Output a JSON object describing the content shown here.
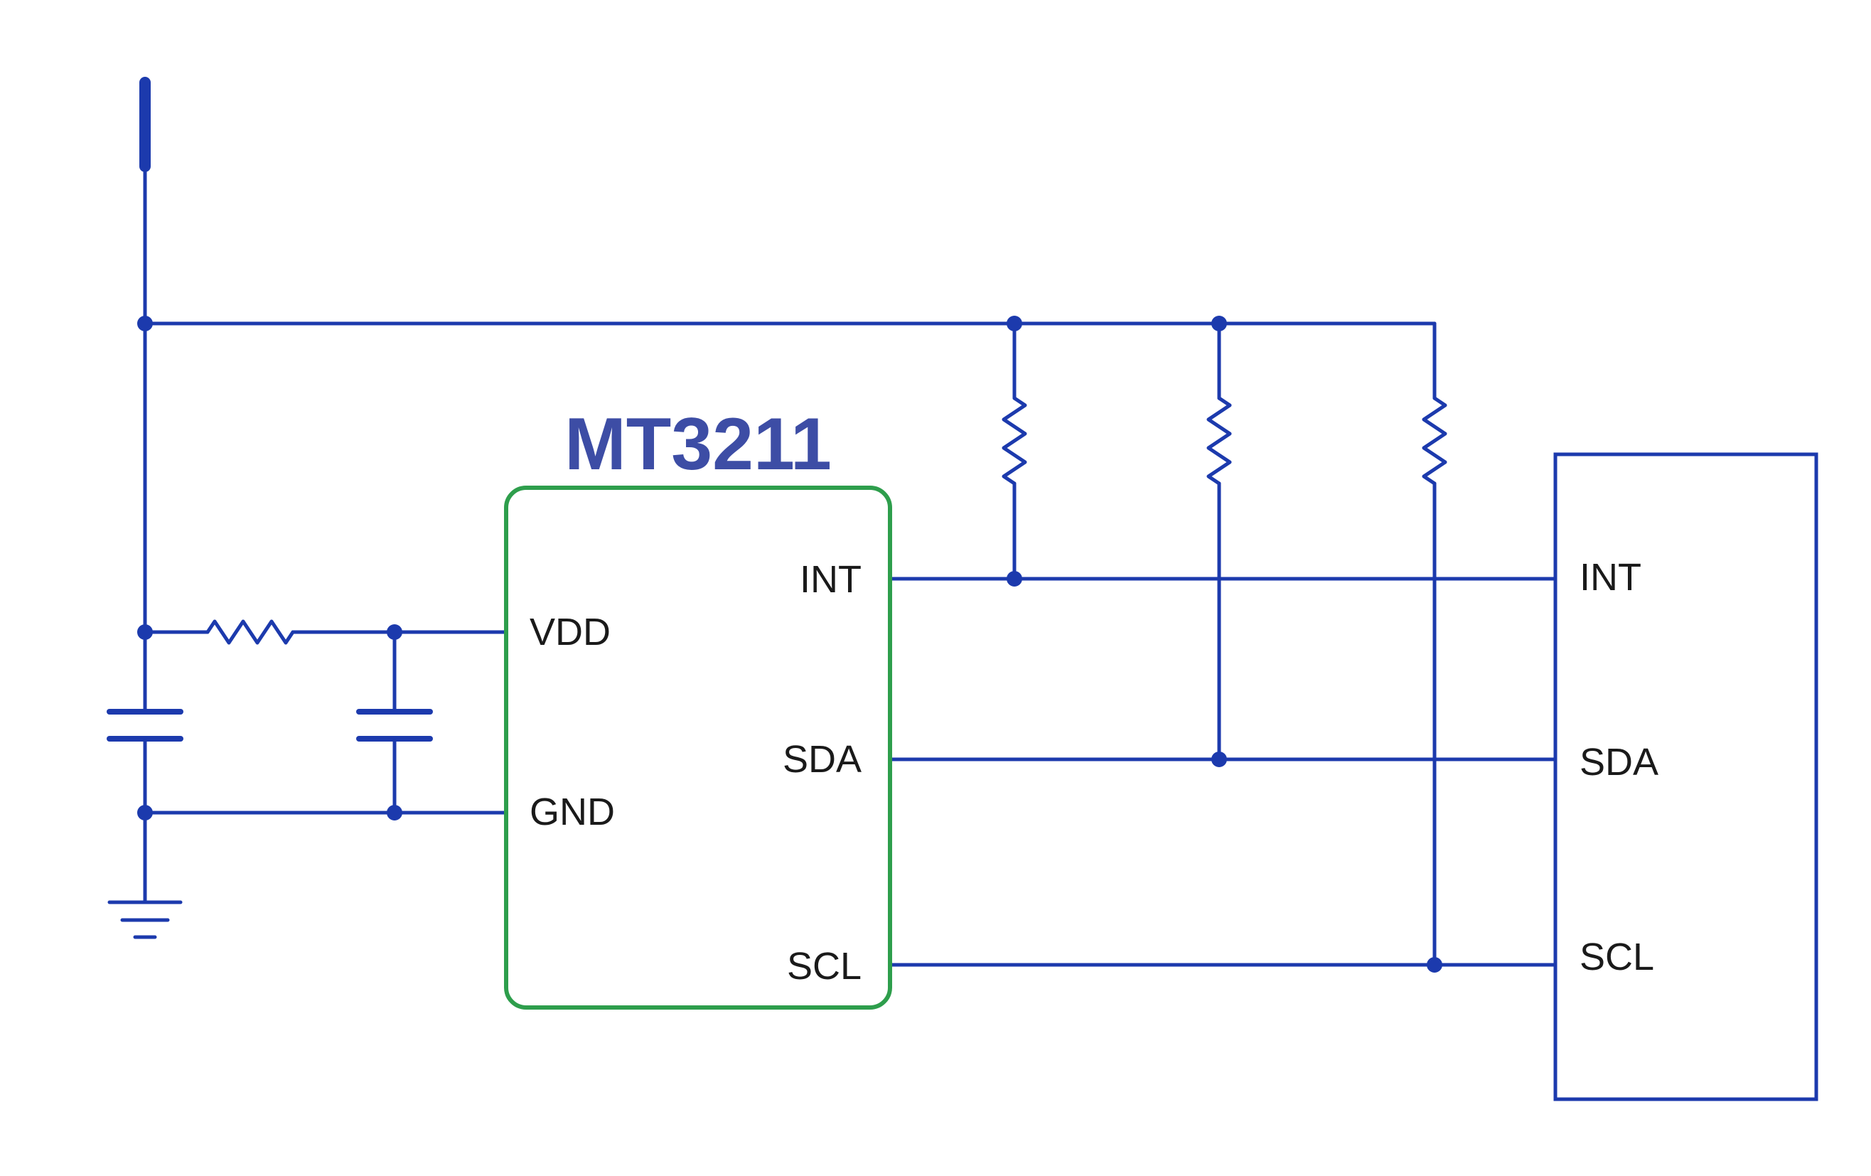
{
  "diagram": {
    "chip": {
      "label": "MT3211",
      "pins_left": [
        {
          "name": "VDD"
        },
        {
          "name": "GND"
        }
      ],
      "pins_right": [
        {
          "name": "INT"
        },
        {
          "name": "SDA"
        },
        {
          "name": "SCL"
        }
      ]
    },
    "host": {
      "pins": [
        {
          "name": "INT"
        },
        {
          "name": "SDA"
        },
        {
          "name": "SCL"
        }
      ]
    },
    "colors": {
      "wire": "#1c3aad",
      "chip_border": "#2e9e4c",
      "chip_label": "#3d4da5",
      "pin_text": "#1a1a1a",
      "background": "#ffffff"
    }
  }
}
